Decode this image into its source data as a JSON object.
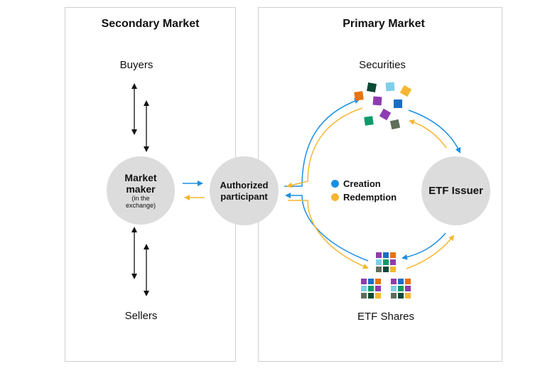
{
  "secondary": {
    "title": "Secondary Market",
    "buyers": "Buyers",
    "sellers": "Sellers"
  },
  "primary": {
    "title": "Primary Market",
    "securities": "Securities",
    "shares": "ETF Shares"
  },
  "nodes": {
    "market_maker": {
      "line1": "Market",
      "line2": "maker",
      "sub1": "(in the",
      "sub2": "exchange)"
    },
    "ap": {
      "line1": "Authorized",
      "line2": "participant"
    },
    "issuer": {
      "label": "ETF Issuer"
    }
  },
  "legend": [
    {
      "label": "Creation",
      "color": "#1a8fe3"
    },
    {
      "label": "Redemption",
      "color": "#f5b731"
    }
  ],
  "colors": {
    "creation": "#1a8fe3",
    "redemption": "#f5b731",
    "securities": [
      "#e8720c",
      "#0b4a35",
      "#7fcfe8",
      "#f5b731",
      "#8e3bb0",
      "#1a6fc4",
      "#8e3bb0",
      "#0f9a6a",
      "#5e6e5a"
    ]
  }
}
